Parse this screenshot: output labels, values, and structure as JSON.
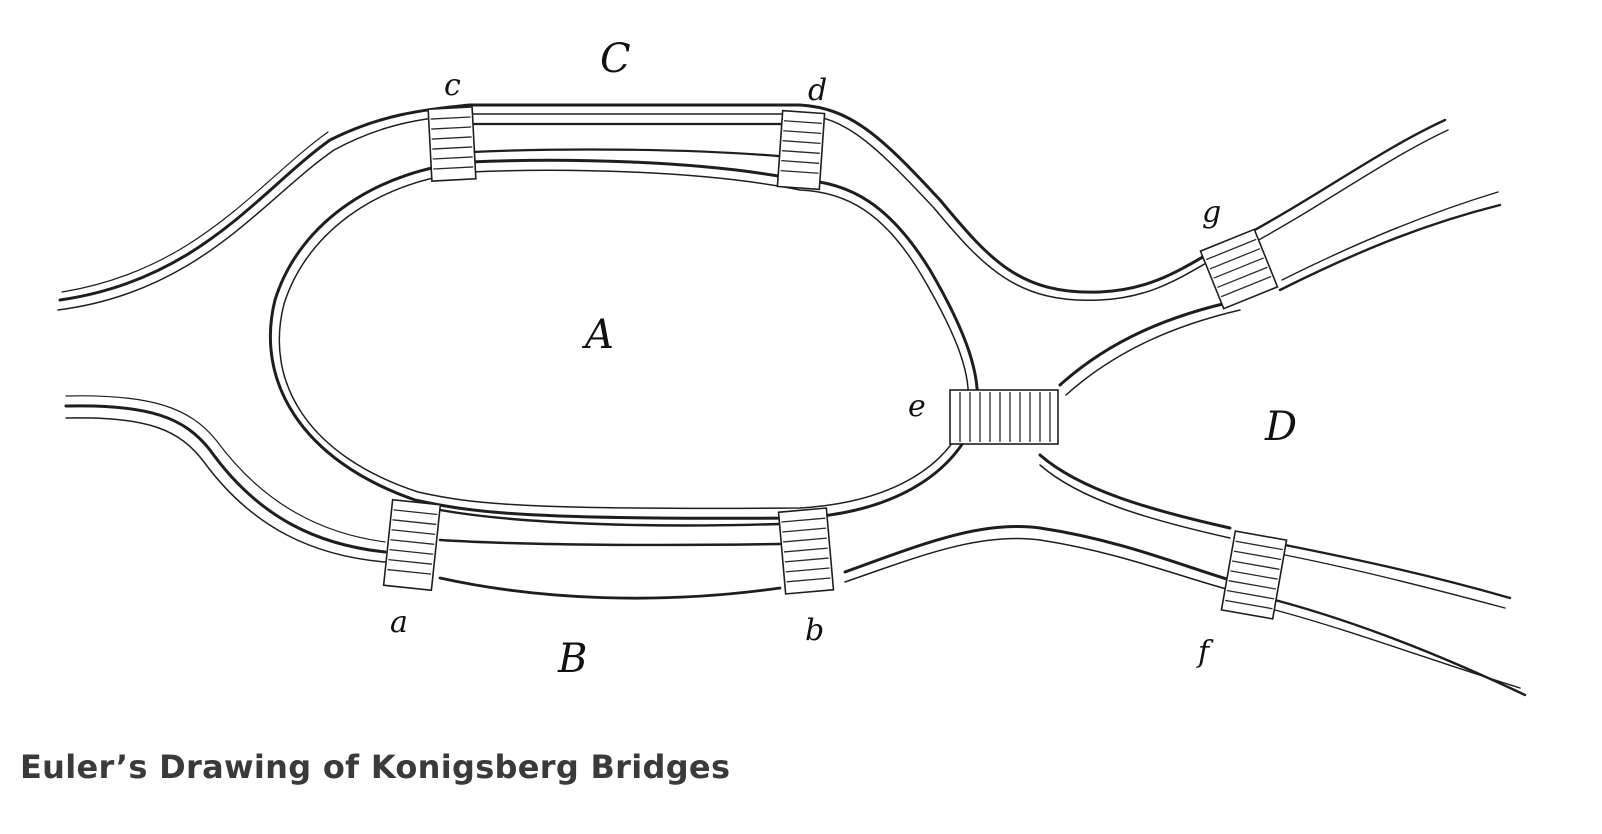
{
  "caption": "Euler’s Drawing of Konigsberg Bridges",
  "regions": {
    "A": "A",
    "B": "B",
    "C": "C",
    "D": "D"
  },
  "bridges": {
    "a": "a",
    "b": "b",
    "c": "c",
    "d": "d",
    "e": "e",
    "f": "f",
    "g": "g"
  },
  "colors": {
    "ink": "#1e1e1e",
    "paper": "#ffffff",
    "caption": "#3a3a3a"
  }
}
